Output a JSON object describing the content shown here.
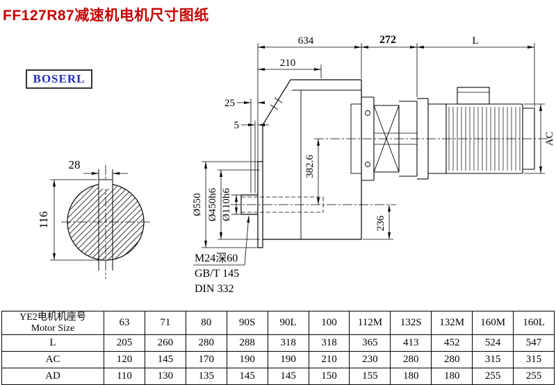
{
  "page": {
    "title": "FF127R87减速机电机尺寸图纸",
    "brand": "BOSERL"
  },
  "drawing": {
    "dims": {
      "top_634": "634",
      "top_272": "272",
      "top_L": "L",
      "top_210": "210",
      "off_25": "25",
      "off_5": "5",
      "key_28": "28",
      "key_116": "116",
      "flange_550": "Ø550",
      "flange_450": "Ø450h6",
      "bore_110": "Ø110h6",
      "height_382": "382.6",
      "height_236": "236",
      "motor_AC": "AC"
    },
    "notes": {
      "tap": "M24深60",
      "std1": "GB/T 145",
      "std2": "DIN 332"
    }
  },
  "table": {
    "header": {
      "line1": "YE2电机机座号",
      "line2": "Motor Size"
    },
    "sizes": [
      "63",
      "71",
      "80",
      "90S",
      "90L",
      "100",
      "112M",
      "132S",
      "132M",
      "160M",
      "160L"
    ],
    "rows": [
      {
        "label": "L",
        "values": [
          "205",
          "260",
          "280",
          "288",
          "318",
          "318",
          "365",
          "413",
          "452",
          "524",
          "547"
        ]
      },
      {
        "label": "AC",
        "values": [
          "120",
          "145",
          "170",
          "190",
          "190",
          "210",
          "230",
          "280",
          "280",
          "315",
          "315"
        ]
      },
      {
        "label": "AD",
        "values": [
          "110",
          "130",
          "135",
          "145",
          "145",
          "150",
          "155",
          "180",
          "180",
          "255",
          "255"
        ]
      }
    ]
  }
}
